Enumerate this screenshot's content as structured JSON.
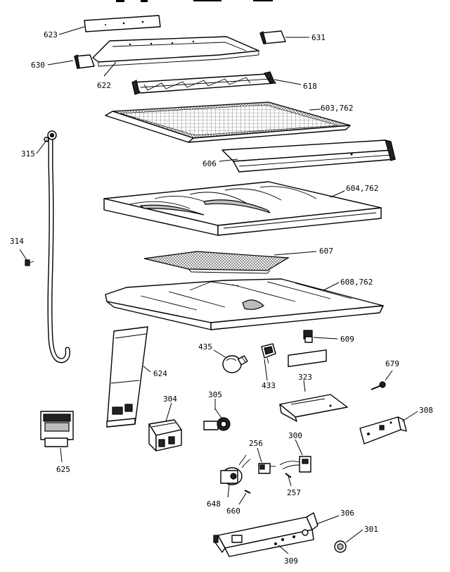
{
  "diagram": {
    "header_text": "",
    "callouts": [
      {
        "id": "c623",
        "label": "623"
      },
      {
        "id": "c631",
        "label": "631"
      },
      {
        "id": "c630",
        "label": "630"
      },
      {
        "id": "c622",
        "label": "622"
      },
      {
        "id": "c618",
        "label": "618"
      },
      {
        "id": "c603",
        "label": "603,762"
      },
      {
        "id": "c315",
        "label": "315"
      },
      {
        "id": "c606",
        "label": "606"
      },
      {
        "id": "c604",
        "label": "604,762"
      },
      {
        "id": "c314",
        "label": "314"
      },
      {
        "id": "c607",
        "label": "607"
      },
      {
        "id": "c608",
        "label": "608,762"
      },
      {
        "id": "c609",
        "label": "609"
      },
      {
        "id": "c435",
        "label": "435"
      },
      {
        "id": "c624",
        "label": "624"
      },
      {
        "id": "c433",
        "label": "433"
      },
      {
        "id": "c323",
        "label": "323"
      },
      {
        "id": "c679",
        "label": "679"
      },
      {
        "id": "c304",
        "label": "304"
      },
      {
        "id": "c305",
        "label": "305"
      },
      {
        "id": "c308",
        "label": "308"
      },
      {
        "id": "c625",
        "label": "625"
      },
      {
        "id": "c256",
        "label": "256"
      },
      {
        "id": "c300",
        "label": "300"
      },
      {
        "id": "c257",
        "label": "257"
      },
      {
        "id": "c648",
        "label": "648"
      },
      {
        "id": "c660",
        "label": "660"
      },
      {
        "id": "c306",
        "label": "306"
      },
      {
        "id": "c301",
        "label": "301"
      },
      {
        "id": "c309",
        "label": "309"
      }
    ]
  }
}
